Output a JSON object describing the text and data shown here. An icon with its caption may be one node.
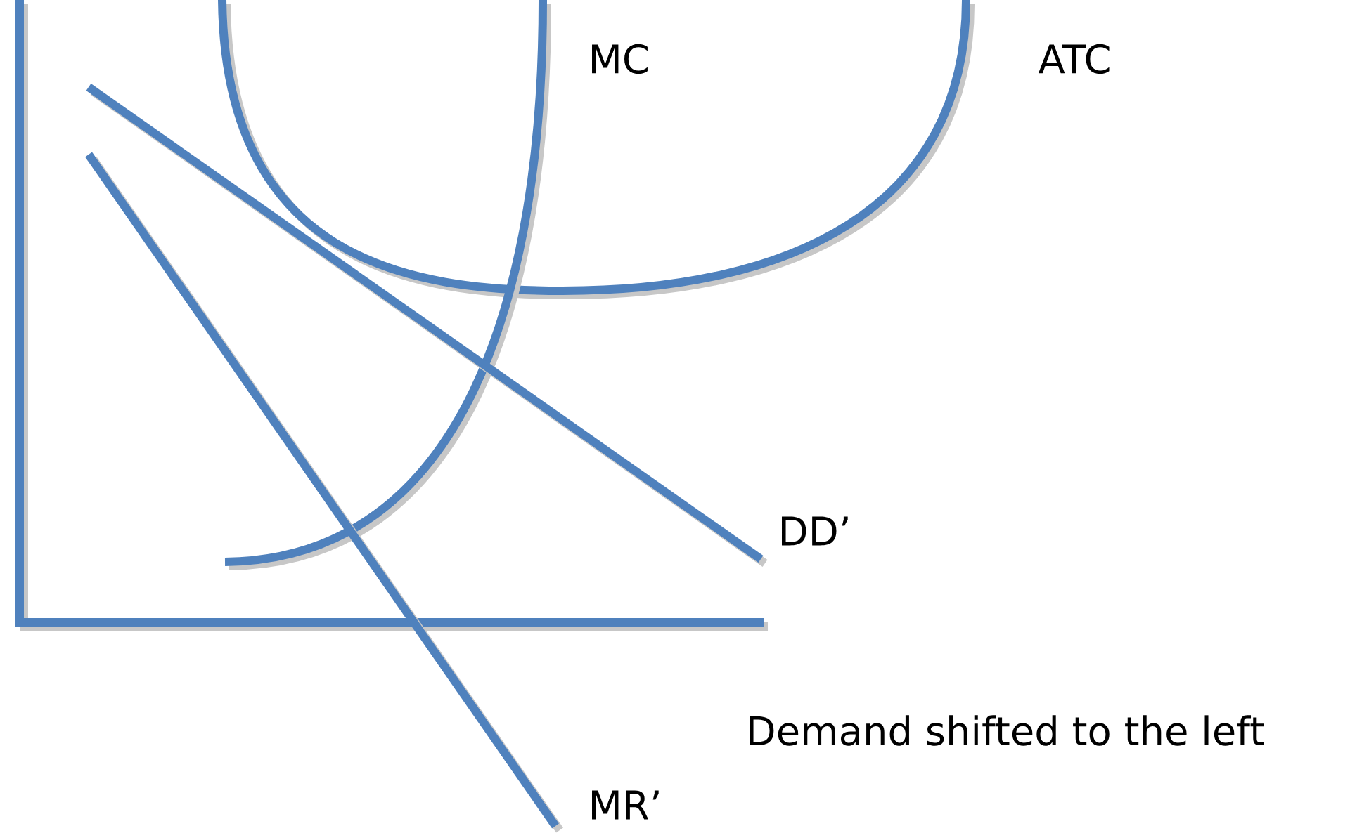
{
  "diagram": {
    "labels": [
      "MC",
      "ATC",
      "DD’",
      "MR’",
      "Demand shifted to the left"
    ]
  }
}
